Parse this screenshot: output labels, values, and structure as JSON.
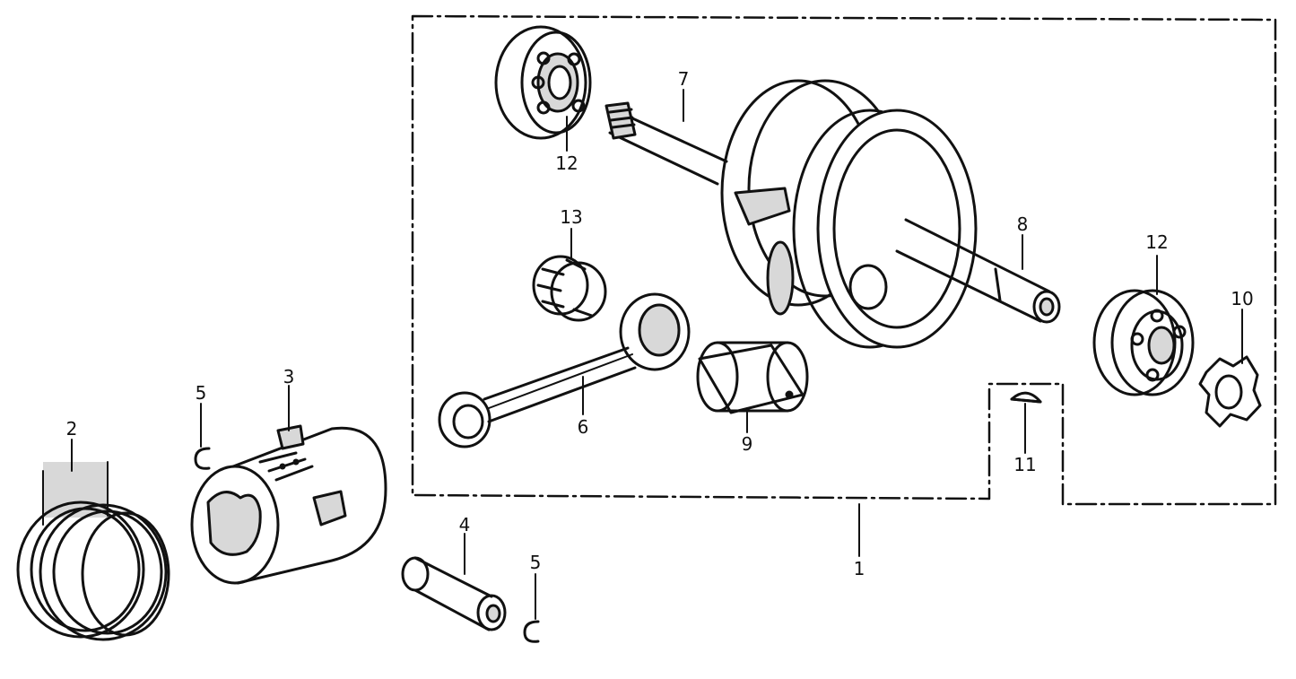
{
  "diagram": {
    "callouts": [
      {
        "id": "c1",
        "text": "1"
      },
      {
        "id": "c2",
        "text": "2"
      },
      {
        "id": "c3",
        "text": "3"
      },
      {
        "id": "c4",
        "text": "4"
      },
      {
        "id": "c5a",
        "text": "5"
      },
      {
        "id": "c5b",
        "text": "5"
      },
      {
        "id": "c6",
        "text": "6"
      },
      {
        "id": "c7",
        "text": "7"
      },
      {
        "id": "c8",
        "text": "8"
      },
      {
        "id": "c9",
        "text": "9"
      },
      {
        "id": "c10",
        "text": "10"
      },
      {
        "id": "c11",
        "text": "11"
      },
      {
        "id": "c12a",
        "text": "12"
      },
      {
        "id": "c12b",
        "text": "12"
      },
      {
        "id": "c13",
        "text": "13"
      }
    ],
    "colors": {
      "ink": "#111111",
      "paper": "#ffffff",
      "shade": "#d8d8d8"
    }
  }
}
